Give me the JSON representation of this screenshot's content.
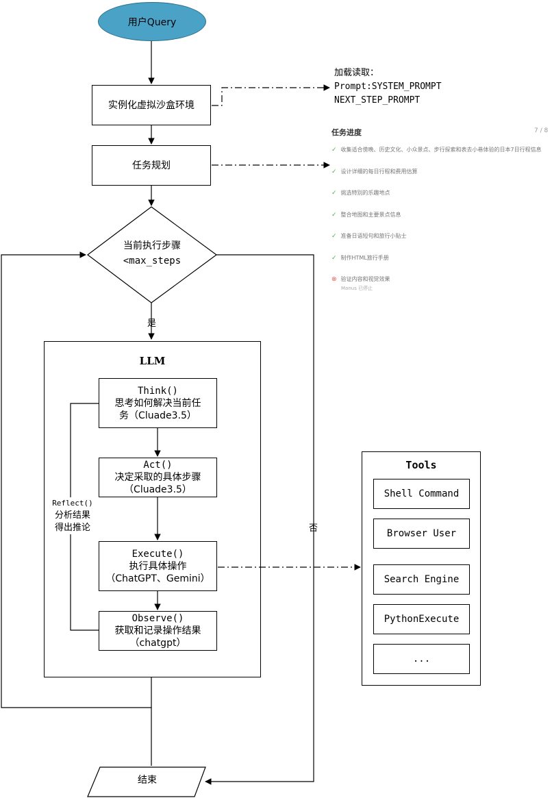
{
  "nodes": {
    "start": "用户Query",
    "sandbox": "实例化虚拟沙盒环境",
    "planning": "任务规划",
    "condition_line1": "当前执行步骤",
    "condition_line2": "<max_steps",
    "yes_label": "是",
    "no_label": "否",
    "end": "结束"
  },
  "prompt_note": {
    "line1": "加载读取：",
    "line2": "Prompt:SYSTEM_PROMPT",
    "line3": "NEXT_STEP_PROMPT"
  },
  "llm": {
    "title": "LLM",
    "think": {
      "line1": "Think()",
      "line2": "思考如何解决当前任",
      "line3": "务（Cluade3.5）"
    },
    "act": {
      "line1": "Act()",
      "line2": "决定采取的具体步骤",
      "line3": "（Cluade3.5）"
    },
    "execute": {
      "line1": "Execute()",
      "line2": "执行具体操作",
      "line3": "（ChatGPT、Gemini）"
    },
    "observe": {
      "line1": "Observe()",
      "line2": "获取和记录操作结果",
      "line3": "（chatgpt）"
    },
    "reflect": {
      "line1": "Reflect()",
      "line2": "分析结果",
      "line3": "得出推论"
    }
  },
  "tools": {
    "title": "Tools",
    "items": [
      "Shell Command",
      "Browser User",
      "Search Engine",
      "PythonExecute",
      "..."
    ]
  },
  "task_progress": {
    "title": "任务进度",
    "count": "7 / 8",
    "items": [
      "收集适合傍晚、历史文化、小众景点、步行探索和表去小巷体验的日本7日行程信息",
      "设计详细的每日行程和费用估算",
      "挑选特别的乐趣地点",
      "整合地图和主要景点信息",
      "准备日语短句和旅行小贴士",
      "制作HTML旅行手册",
      "验证内容和视觉效果"
    ],
    "footer": "Manus 已停止"
  }
}
